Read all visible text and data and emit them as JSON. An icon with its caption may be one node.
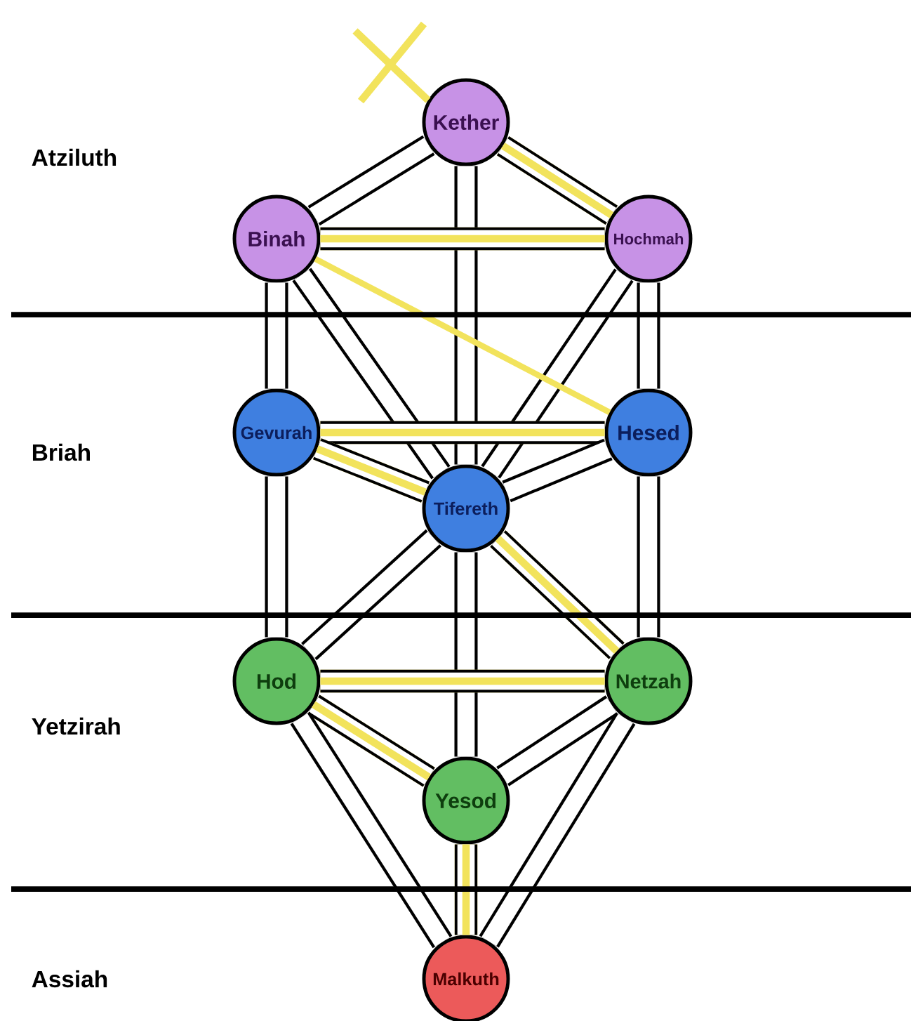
{
  "diagram": {
    "nodes": [
      {
        "text": [
          "Kether"
        ]
      },
      {
        "text": [
          "Binah"
        ]
      },
      {
        "text": [
          "Hochmah"
        ]
      },
      {
        "text": [
          "Gevurah"
        ]
      },
      {
        "text": [
          "Hesed"
        ]
      },
      {
        "text": [
          "Tifereth"
        ]
      },
      {
        "text": [
          "Hod"
        ]
      },
      {
        "text": [
          "Netzah"
        ]
      },
      {
        "text": [
          "Yesod"
        ]
      },
      {
        "text": [
          "Malkuth"
        ]
      }
    ],
    "edges": [
      {
        "from": 0,
        "to": 1,
        "arrow": "none"
      },
      {
        "from": 0,
        "to": 2,
        "arrow": "none",
        "color": "#f2e35c"
      },
      {
        "from": 0,
        "to": 5,
        "arrow": "none"
      },
      {
        "from": 1,
        "to": 2,
        "arrow": "none",
        "color": "#f2e35c"
      },
      {
        "from": 1,
        "to": 3,
        "arrow": "none"
      },
      {
        "from": 1,
        "to": 5,
        "arrow": "none"
      },
      {
        "from": 2,
        "to": 4,
        "arrow": "none"
      },
      {
        "from": 2,
        "to": 5,
        "arrow": "none"
      },
      {
        "from": 1,
        "to": 4,
        "arrow": "none",
        "color": "#f2e35c"
      },
      {
        "from": 3,
        "to": 4,
        "arrow": "none",
        "color": "#f2e35c"
      },
      {
        "from": 3,
        "to": 5,
        "arrow": "none",
        "color": "#f2e35c"
      },
      {
        "from": 3,
        "to": 6,
        "arrow": "none"
      },
      {
        "from": 4,
        "to": 5,
        "arrow": "none"
      },
      {
        "from": 4,
        "to": 7,
        "arrow": "none"
      },
      {
        "from": 5,
        "to": 6,
        "arrow": "none"
      },
      {
        "from": 5,
        "to": 7,
        "arrow": "none",
        "color": "#f2e35c"
      },
      {
        "from": 5,
        "to": 8,
        "arrow": "none"
      },
      {
        "from": 6,
        "to": 7,
        "arrow": "none",
        "color": "#f2e35c"
      },
      {
        "from": 6,
        "to": 8,
        "arrow": "none",
        "color": "#f2e35c"
      },
      {
        "from": 6,
        "to": 9,
        "arrow": "none"
      },
      {
        "from": 7,
        "to": 8,
        "arrow": "none"
      },
      {
        "from": 7,
        "to": 9,
        "arrow": "none"
      },
      {
        "from": 8,
        "to": 9,
        "arrow": "none",
        "color": "#f2e35c"
      }
    ],
    "labels": [
      "Atziluth",
      "Briah",
      "Yetzirah",
      "Assiah"
    ]
  }
}
